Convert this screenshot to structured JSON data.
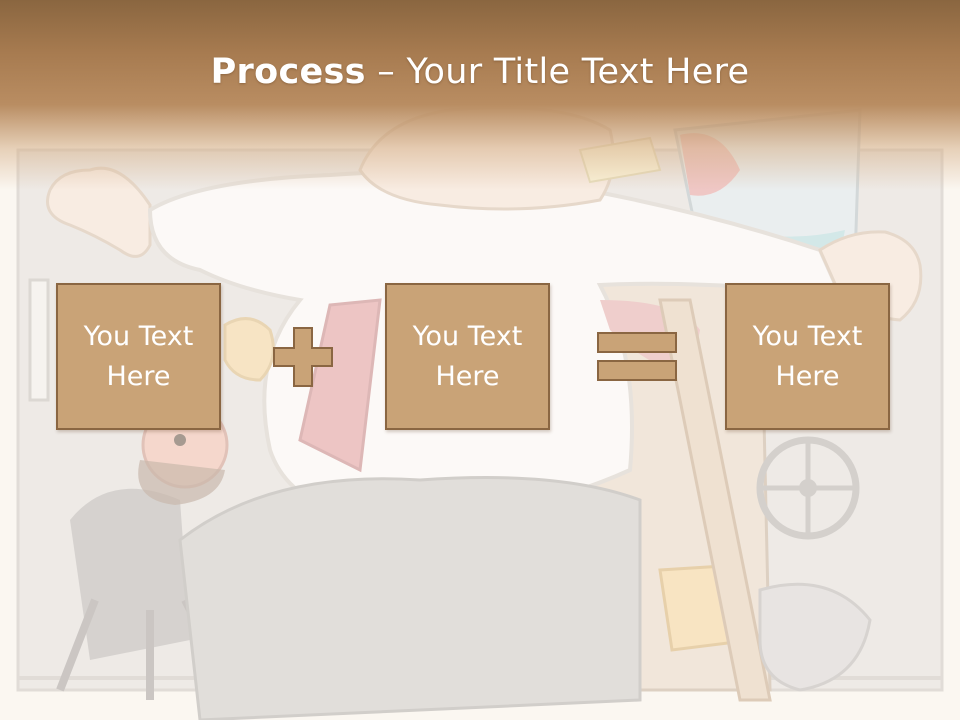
{
  "title": {
    "bold": "Process",
    "dash": " – ",
    "rest": "Your Title Text Here"
  },
  "process": {
    "step1": "You Text Here",
    "operator1": "plus-icon",
    "step2": "You Text Here",
    "operator2": "equals-icon",
    "result": "You Text Here"
  },
  "colors": {
    "header": "#8a6640",
    "box_fill": "#c9a377",
    "box_border": "#8a6642",
    "text": "#ffffff"
  }
}
